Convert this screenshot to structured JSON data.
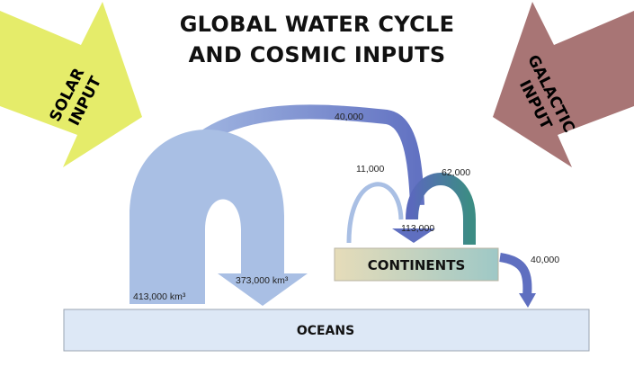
{
  "title": {
    "line1": "GLOBAL WATER CYCLE",
    "line2": "AND COSMIC INPUTS"
  },
  "inputs": {
    "solar": {
      "line1": "SOLAR",
      "line2": "INPUT",
      "color": "#e5ec6a"
    },
    "galactic": {
      "line1": "GALACTIC",
      "line2": "INPUT",
      "color": "#a87575"
    }
  },
  "reservoirs": {
    "continents": {
      "label": "CONTINENTS"
    },
    "oceans": {
      "label": "OCEANS",
      "color": "#dde8f6"
    }
  },
  "flows": {
    "ocean_evaporation": "413,000 km³",
    "ocean_precipitation": "373,000 km³",
    "ocean_to_land_transport": "40,000",
    "land_recycling": "11,000",
    "land_evapotranspiration": "62,000",
    "land_precipitation": "113,000",
    "runoff": "40,000"
  },
  "colors": {
    "flow_light_blue": "#a9bfe4",
    "flow_dark_blue": "#5f6fc0",
    "flow_teal": "#3f8a86"
  }
}
